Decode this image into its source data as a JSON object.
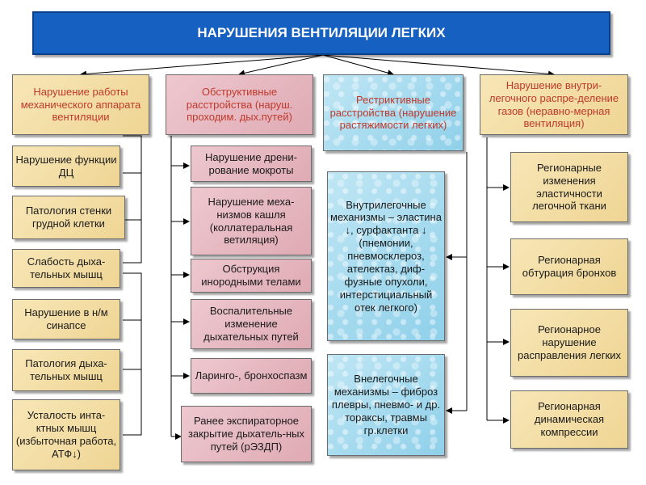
{
  "title": "НАРУШЕНИЯ ВЕНТИЛЯЦИИ ЛЕГКИХ",
  "columns": [
    {
      "header": "Нарушение работы механического аппарата вентиляции",
      "items": [
        "Нарушение функции ДЦ",
        "Патология стенки грудной клетки",
        "Слабость дыха-тельных мышц",
        "Нарушение в н/м синапсе",
        "Патология дыха-тельных мышц",
        "Усталость инта-ктных мышц (избыточная работа, АТФ↓)"
      ]
    },
    {
      "header": "Обструктивные расстройства (наруш. проходим. дых.путей)",
      "items": [
        "Нарушение дрени-рование мокроты",
        "Нарушение меха-низмов кашля (коллатеральная ветиляция)",
        "Обструкция инородными телами",
        "Воспалительные изменение дыхательных путей",
        "Ларинго-, бронхоспазм",
        "Ранее экспираторное закрытие дыхатель-ных путей (рЭЗДП)"
      ]
    },
    {
      "header": "Рестриктивные расстройства (нарушение растяжимости легких)",
      "items": [
        "Внутрилегочные механизмы – эластина ↓, сурфактанта ↓ (пнемонии, пневмосклероз, ателектаз, диф-фузные опухоли, интерстициальный отек легкого)",
        "Внелегочные механизмы – фиброз плевры, пневмо- и др. тораксы, травмы гр.клетки"
      ]
    },
    {
      "header": "Нарушение внутри-легочного распре-деление газов (неравно-мерная вентиляция)",
      "items": [
        "Регионарные изменения эластичности легочной ткани",
        "Регионарная обтурация бронхов",
        "Регионарное нарушение расправления легких",
        "Регионарная динамическая компрессии"
      ]
    }
  ],
  "colors": {
    "title_bg": "#1560c0",
    "header_text": "#c0392b",
    "beige": "#f4dfa6",
    "pink": "#e8bcc4",
    "blue": "#a8dcef"
  }
}
